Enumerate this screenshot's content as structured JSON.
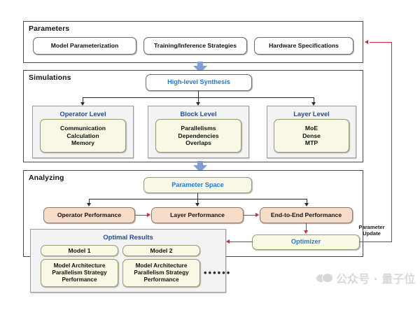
{
  "diagram": {
    "sections": {
      "parameters": {
        "title": "Parameters",
        "items": [
          "Model Parameterization",
          "Training/Inference Strategies",
          "Hardware Specifications"
        ]
      },
      "simulations": {
        "title": "Simulations",
        "entry_node": "High-level Synthesis",
        "levels": [
          {
            "title": "Operator Level",
            "body": "Communication\nCalculation\nMemory"
          },
          {
            "title": "Block Level",
            "body": "Parallelisms\nDependencies\nOverlaps"
          },
          {
            "title": "Layer Level",
            "body": "MoE\nDense\nMTP"
          }
        ]
      },
      "analyzing": {
        "title": "Analyzing",
        "entry_node": "Parameter Space",
        "performance_nodes": [
          "Operator Performance",
          "Layer Performance",
          "End-to-End Performance"
        ],
        "optimizer_node": "Optimizer",
        "feedback_label": "Parameter\nUpdate",
        "optimal_results": {
          "title": "Optimal Results",
          "models": [
            {
              "name": "Model 1",
              "body": "Model Architecture\nParallelism Strategy\nPerformance"
            },
            {
              "name": "Model 2",
              "body": "Model Architecture\nParallelism Strategy\nPerformance"
            }
          ],
          "ellipsis": "••••••"
        }
      }
    },
    "colors": {
      "cream": "#f8f8e4",
      "peach": "#f7ddc8",
      "panel_grey": "#f3f3f3",
      "accent_blue": "#1f7ad6",
      "title_blue": "#1b4f9c",
      "feedback_red": "#e0222c",
      "block_arrow_blue": "#7e9ed4"
    }
  },
  "watermark": {
    "icon": "wechat-icon",
    "text": "公众号 · 量子位"
  }
}
